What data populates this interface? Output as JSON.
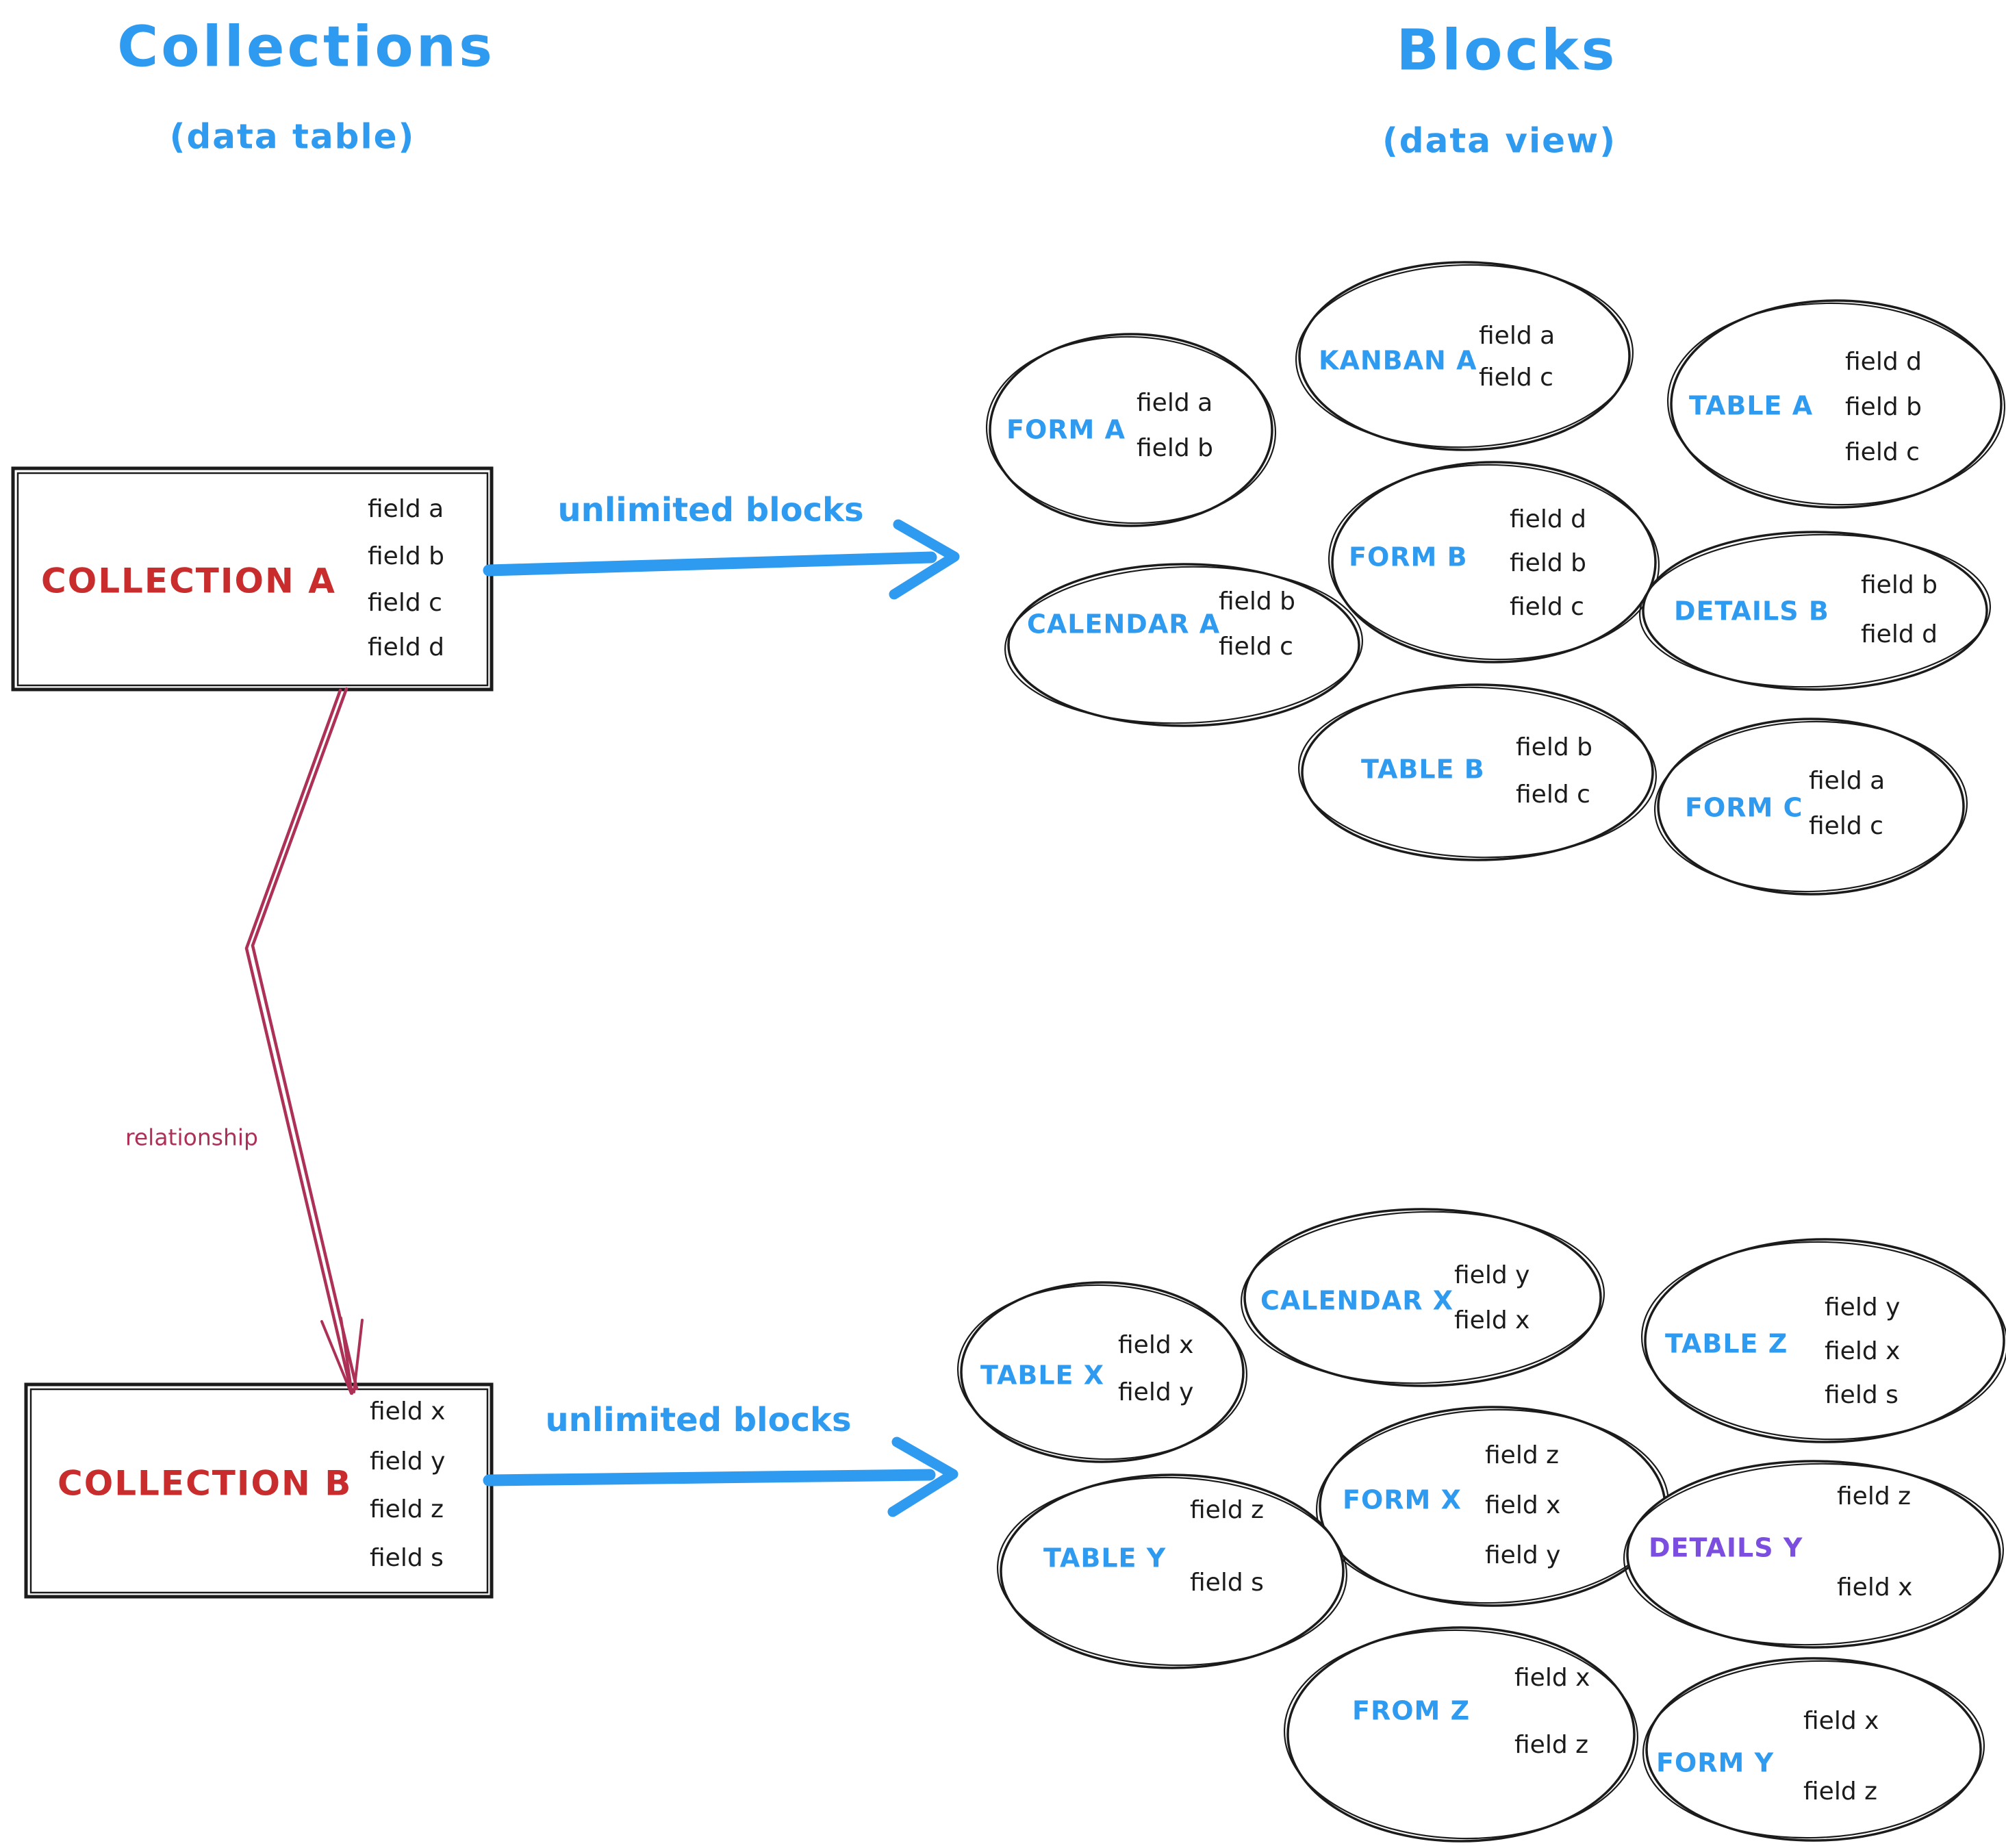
{
  "header": {
    "left_title": "Collections",
    "left_subtitle": "(data table)",
    "right_title": "Blocks",
    "right_subtitle": "(data view)"
  },
  "collections": {
    "a": {
      "name": "COLLECTION A",
      "fields": [
        "field a",
        "field b",
        "field c",
        "field d"
      ]
    },
    "b": {
      "name": "COLLECTION B",
      "fields": [
        "field x",
        "field y",
        "field z",
        "field s"
      ]
    }
  },
  "arrows": {
    "a_label": "unlimited blocks",
    "b_label": "unlimited blocks",
    "relationship_label": "relationship"
  },
  "colors": {
    "accent_blue": "#2f9bf0",
    "collection_red": "#c92c2c",
    "relationship_pink": "#ad3157",
    "details_purple": "#7b4ee0",
    "ink": "#1b1b1b"
  },
  "blocks": [
    {
      "id": "form-a",
      "label": "FORM A",
      "fields": [
        "field a",
        "field b"
      ]
    },
    {
      "id": "kanban-a",
      "label": "KANBAN A",
      "fields": [
        "field a",
        "field c"
      ]
    },
    {
      "id": "table-a",
      "label": "TABLE A",
      "fields": [
        "field d",
        "field b",
        "field c"
      ]
    },
    {
      "id": "calendar-a",
      "label": "CALENDAR A",
      "fields": [
        "field b",
        "field c"
      ]
    },
    {
      "id": "form-b",
      "label": "FORM B",
      "fields": [
        "field d",
        "field b",
        "field c"
      ]
    },
    {
      "id": "details-b",
      "label": "DETAILS B",
      "fields": [
        "field b",
        "field d"
      ]
    },
    {
      "id": "table-b",
      "label": "TABLE B",
      "fields": [
        "field b",
        "field c"
      ]
    },
    {
      "id": "form-c",
      "label": "FORM C",
      "fields": [
        "field a",
        "field c"
      ]
    },
    {
      "id": "table-x",
      "label": "TABLE X",
      "fields": [
        "field x",
        "field y"
      ]
    },
    {
      "id": "calendar-x",
      "label": "CALENDAR X",
      "fields": [
        "field y",
        "field x"
      ]
    },
    {
      "id": "table-z",
      "label": "TABLE Z",
      "fields": [
        "field y",
        "field x",
        "field s"
      ]
    },
    {
      "id": "form-x",
      "label": "FORM X",
      "fields": [
        "field z",
        "field x",
        "field y"
      ]
    },
    {
      "id": "table-y",
      "label": "TABLE Y",
      "fields": [
        "field z",
        "field s"
      ]
    },
    {
      "id": "details-y",
      "label": "DETAILS Y",
      "label_color": "#7b4ee0",
      "fields": [
        "field z",
        "field x"
      ]
    },
    {
      "id": "from-z",
      "label": "FROM Z",
      "fields": [
        "field x",
        "field z"
      ]
    },
    {
      "id": "form-y",
      "label": "FORM Y",
      "fields": [
        "field x",
        "field z"
      ]
    }
  ]
}
